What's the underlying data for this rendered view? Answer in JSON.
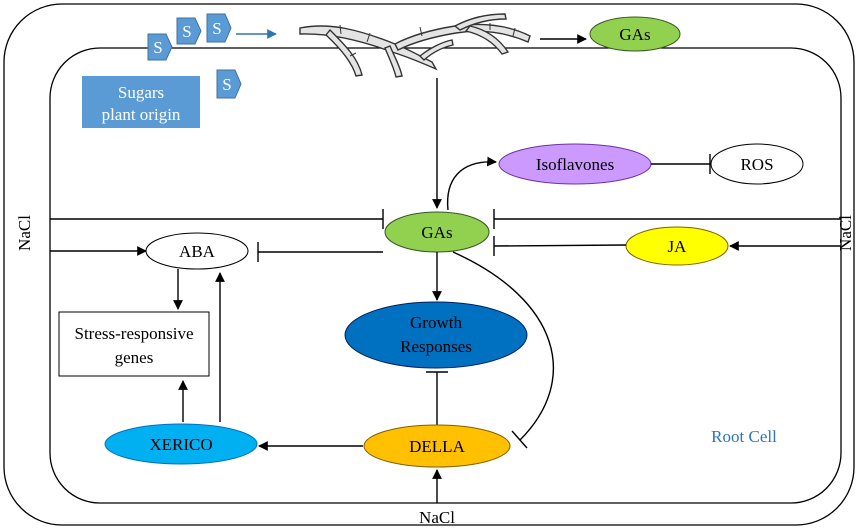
{
  "nodes": {
    "gas_top": "GAs",
    "sugars_line1": "Sugars",
    "sugars_line2": "plant origin",
    "s_marker": "S",
    "isoflavones": "Isoflavones",
    "ros": "ROS",
    "gas_center": "GAs",
    "aba": "ABA",
    "ja": "JA",
    "stress_line1": "Stress-responsive",
    "stress_line2": "genes",
    "growth_line1": "Growth",
    "growth_line2": "Responses",
    "xerico": "XERICO",
    "della": "DELLA",
    "root_cell": "Root Cell"
  },
  "nacl": {
    "left": "NaCl",
    "right": "NaCl",
    "bottom": "NaCl"
  },
  "colors": {
    "gas": "#92d050",
    "isoflavones": "#cc99ff",
    "ja": "#ffff00",
    "growth": "#0070c0",
    "xerico": "#00b0f0",
    "della": "#ffc000",
    "sugars": "#5b9bd5",
    "root_cell_text": "#2e75b6"
  }
}
